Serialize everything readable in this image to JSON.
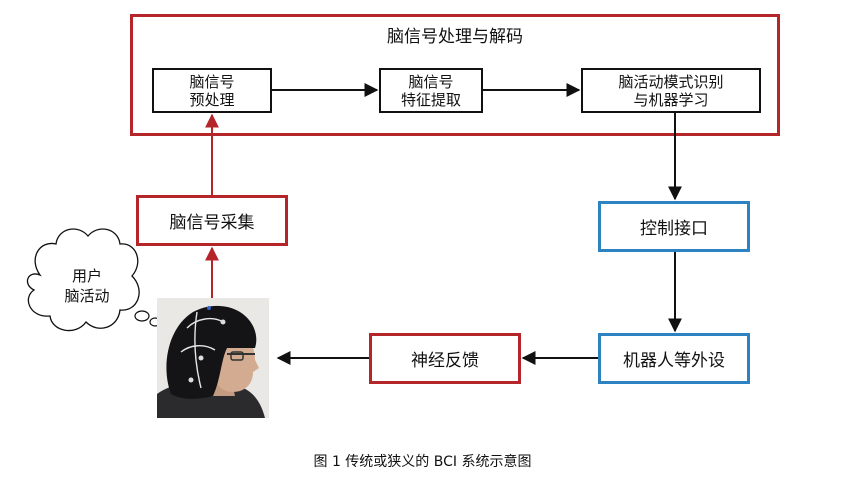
{
  "decode_frame": {
    "title": "脑信号处理与解码"
  },
  "nodes": {
    "preprocess": [
      "脑信号",
      "预处理"
    ],
    "feature": [
      "脑信号",
      "特征提取"
    ],
    "pattern": [
      "脑活动模式识别",
      "与机器学习"
    ],
    "acquisition": "脑信号采集",
    "interface": "控制接口",
    "device": "机器人等外设",
    "feedback": "神经反馈"
  },
  "thought_bubble": [
    "用户",
    "脑活动"
  ],
  "caption": "图 1 传统或狭义的 BCI 系统示意图",
  "colors": {
    "red": "#b5262b",
    "blue": "#2d82c2",
    "black": "#111111"
  }
}
